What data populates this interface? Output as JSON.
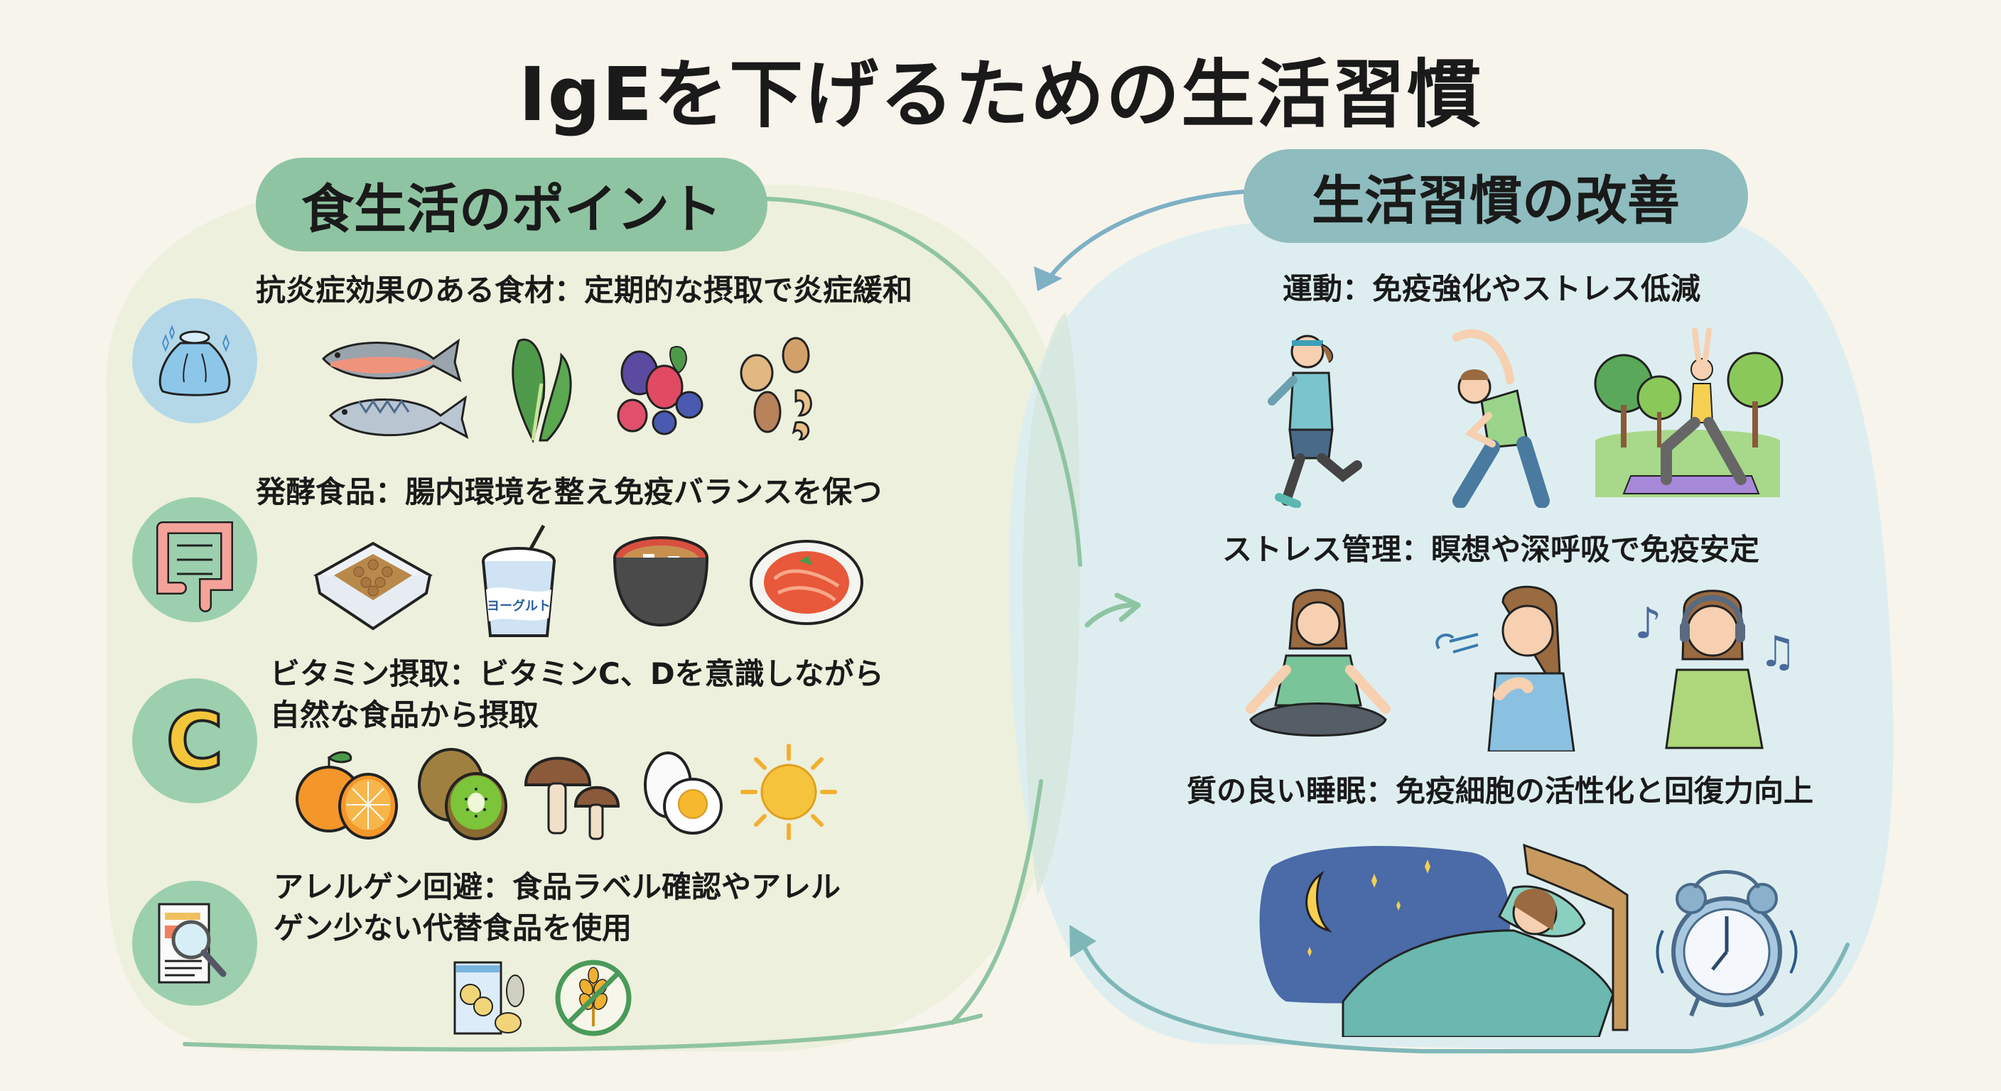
{
  "title": "IgEを下げるための生活習慣",
  "colors": {
    "background": "#f7f4ec",
    "left_panel": "#edf0dc",
    "right_panel": "#dcedf0",
    "left_accent": "#8fc4a2",
    "right_accent": "#8fbcbe",
    "text": "#1a1a1a"
  },
  "left_section": {
    "heading": "食生活のポイント",
    "items": [
      {
        "icon": "ice-bag-icon",
        "text": "抗炎症効果のある食材：定期的な摂取で炎症緩和",
        "images": [
          "salmon",
          "mackerel",
          "spinach",
          "berries",
          "nuts"
        ]
      },
      {
        "icon": "intestine-icon",
        "text": "発酵食品：腸内環境を整え免疫バランスを保つ",
        "images": [
          "natto",
          "yogurt",
          "miso-soup",
          "kimchi"
        ],
        "yogurt_label": "ヨーグルト"
      },
      {
        "icon": "vitamin-c-icon",
        "icon_letter": "C",
        "text_line1": "ビタミン摂取：ビタミンC、Dを意識しながら",
        "text_line2": "自然な食品から摂取",
        "images": [
          "orange",
          "kiwi",
          "mushrooms",
          "boiled-egg",
          "sun"
        ]
      },
      {
        "icon": "label-check-icon",
        "text_line1": "アレルゲン回避：食品ラベル確認やアレル",
        "text_line2": "ゲン少ない代替食品を使用",
        "images": [
          "snack-pack",
          "no-wheat"
        ]
      }
    ]
  },
  "right_section": {
    "heading": "生活習慣の改善",
    "items": [
      {
        "text": "運動：免疫強化やストレス低減",
        "images": [
          "jogging",
          "stretching",
          "yoga-in-park"
        ]
      },
      {
        "text": "ストレス管理：瞑想や深呼吸で免疫安定",
        "images": [
          "meditation",
          "deep-breathing",
          "music-listening"
        ]
      },
      {
        "text": "質の良い睡眠：免疫細胞の活性化と回復力向上",
        "images": [
          "sleeping-in-bed",
          "alarm-clock"
        ]
      }
    ]
  }
}
